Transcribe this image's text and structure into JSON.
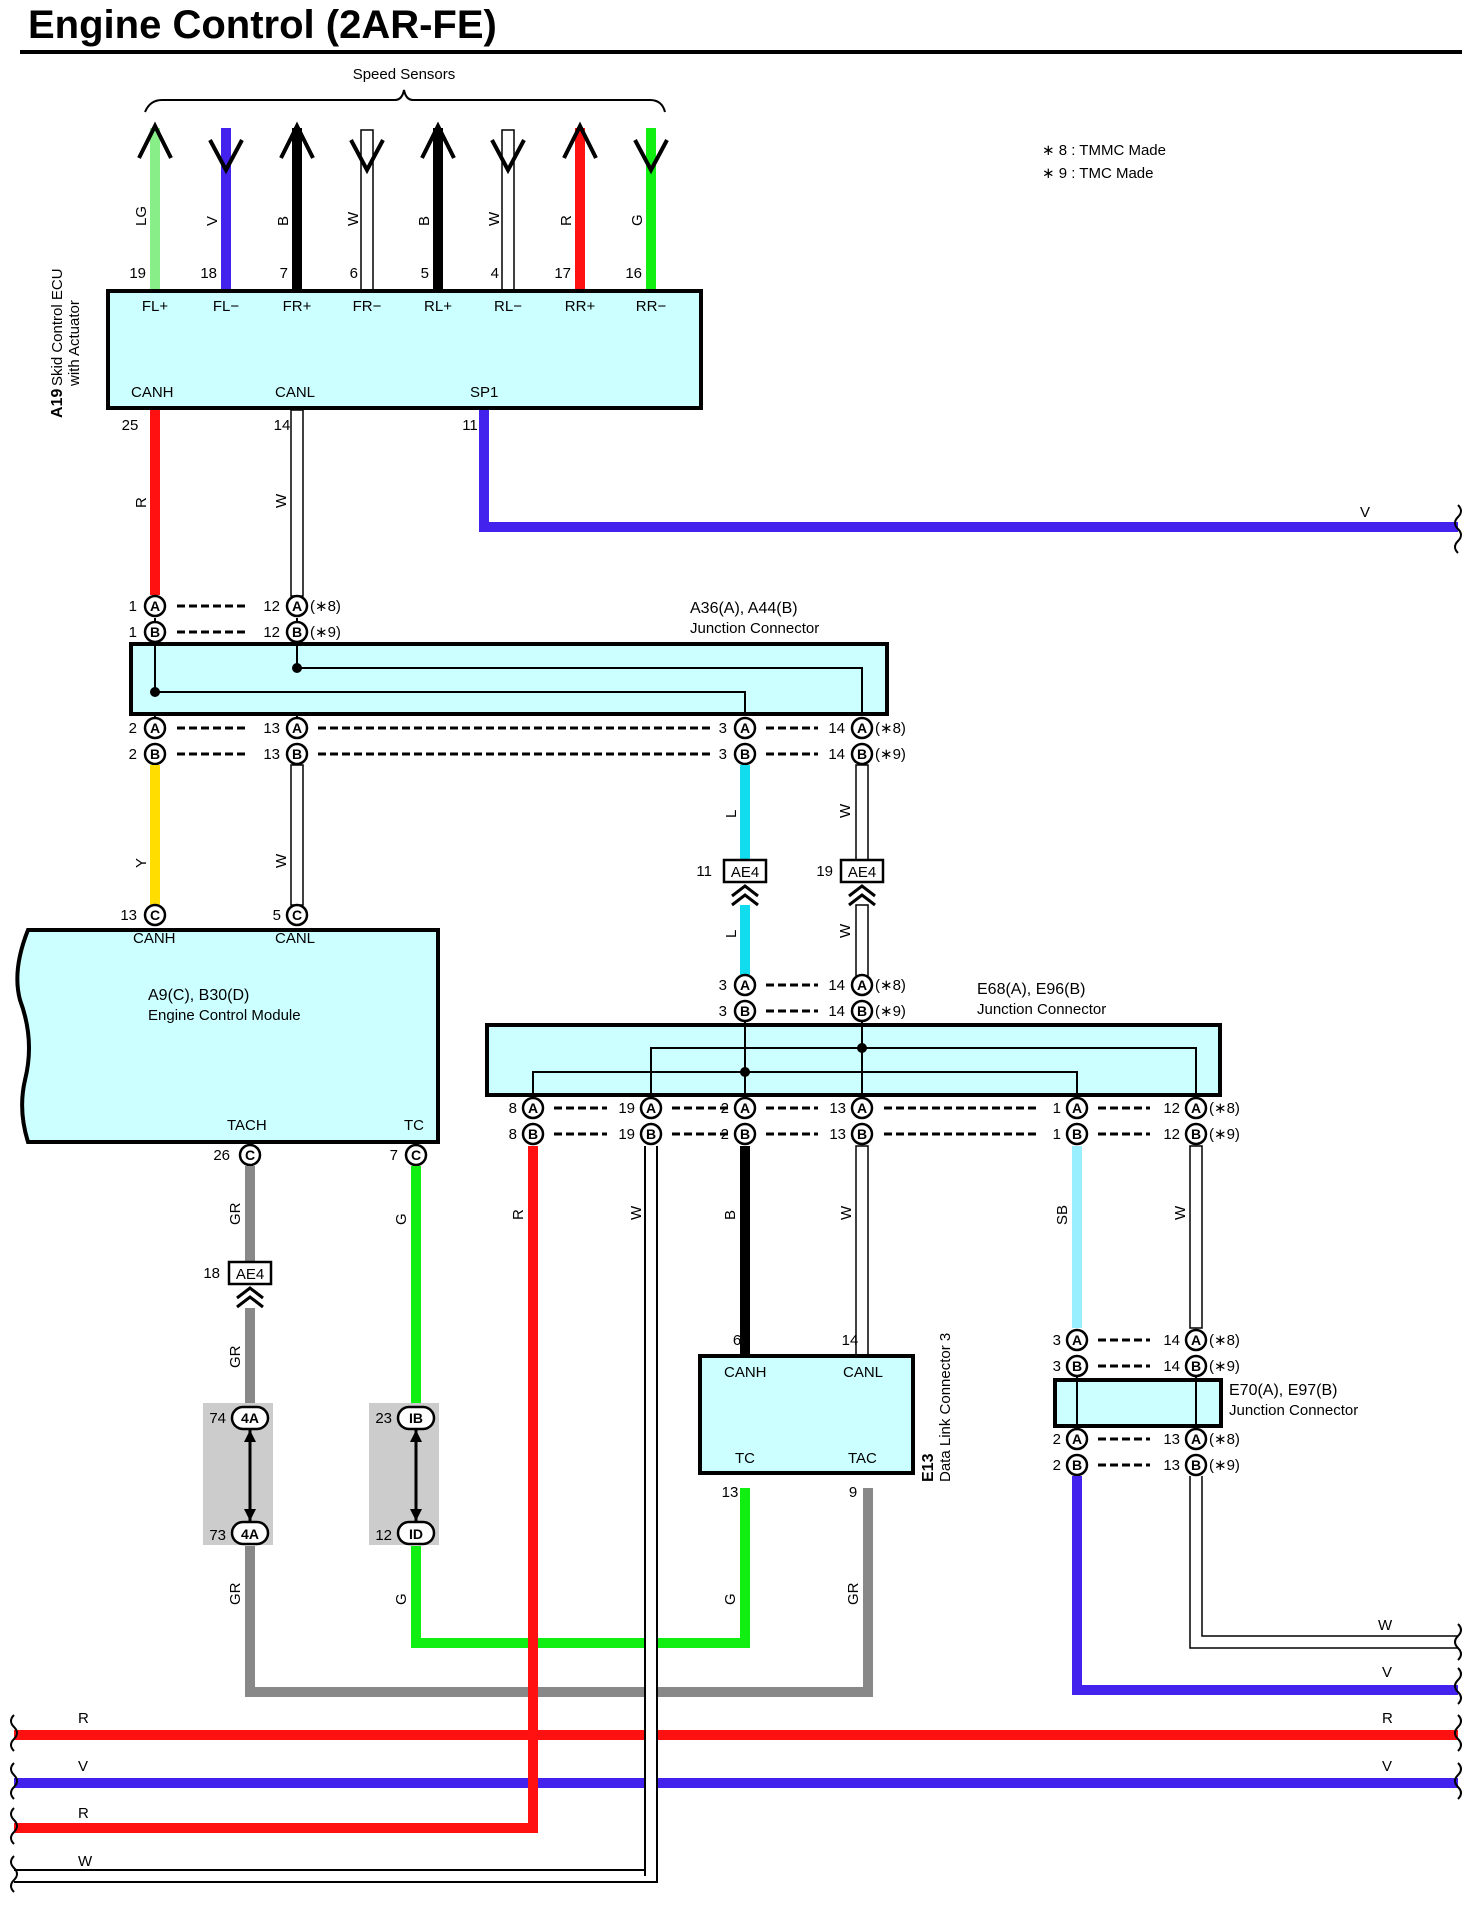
{
  "title": "Engine Control (2AR-FE)",
  "notes": [
    "∗ 8 : TMMC Made",
    "∗ 9 : TMC Made"
  ],
  "speed_sensors_label": "Speed Sensors",
  "colors": {
    "LG": "#88ee88",
    "V": "#4422ee",
    "B": "#000000",
    "W": "#ffffff",
    "R": "#ff1111",
    "G": "#11ee11",
    "Y": "#ffdd00",
    "L": "#11ddee",
    "GR": "#888888",
    "SB": "#99eeff",
    "box_fill": "#ccffff",
    "shade": "#cccccc"
  },
  "a19": {
    "name": "A19",
    "desc1": "Skid Control ECU",
    "desc2": "with Actuator",
    "sensor_pins": [
      {
        "pin": "19",
        "name": "FL+",
        "wire": "LG",
        "arrow": "up"
      },
      {
        "pin": "18",
        "name": "FL−",
        "wire": "V",
        "arrow": "down"
      },
      {
        "pin": "7",
        "name": "FR+",
        "wire": "B",
        "arrow": "up"
      },
      {
        "pin": "6",
        "name": "FR−",
        "wire": "W",
        "arrow": "down"
      },
      {
        "pin": "5",
        "name": "RL+",
        "wire": "B",
        "arrow": "up"
      },
      {
        "pin": "4",
        "name": "RL−",
        "wire": "W",
        "arrow": "down"
      },
      {
        "pin": "17",
        "name": "RR+",
        "wire": "R",
        "arrow": "up"
      },
      {
        "pin": "16",
        "name": "RR−",
        "wire": "G",
        "arrow": "down"
      }
    ],
    "canh": "CANH",
    "canl": "CANL",
    "sp1": "SP1",
    "pin_canh": "25",
    "pin_canl": "14",
    "pin_sp1": "11"
  },
  "a36": {
    "title": "A36(A), A44(B)",
    "sub": "Junction Connector",
    "top_rows": [
      {
        "l": "1",
        "lc": "A",
        "r": "12",
        "rc": "A",
        "note": "(∗8)"
      },
      {
        "l": "1",
        "lc": "B",
        "r": "12",
        "rc": "B",
        "note": "(∗9)"
      }
    ],
    "bot_rows": [
      {
        "p1": "2",
        "c1": "A",
        "p2": "13",
        "c2": "A",
        "p3": "3",
        "c3": "A",
        "p4": "14",
        "c4": "A",
        "note": "(∗8)"
      },
      {
        "p1": "2",
        "c1": "B",
        "p2": "13",
        "c2": "B",
        "p3": "3",
        "c3": "B",
        "p4": "14",
        "c4": "B",
        "note": "(∗9)"
      }
    ]
  },
  "ecm": {
    "title": "A9(C), B30(D)",
    "sub": "Engine Control Module",
    "canh": "CANH",
    "canl": "CANL",
    "tach": "TACH",
    "tc": "TC",
    "pin_canh": "13",
    "pin_canl": "5",
    "pin_tach": "26",
    "pin_tc": "7",
    "conn": "C"
  },
  "ae4": {
    "label": "AE4",
    "pin_l": "11",
    "pin_w": "19",
    "pin_gr": "18"
  },
  "e68": {
    "title": "E68(A), E96(B)",
    "sub": "Junction Connector",
    "top_rows": [
      {
        "l": "3",
        "lc": "A",
        "r": "14",
        "rc": "A",
        "note": "(∗8)"
      },
      {
        "l": "3",
        "lc": "B",
        "r": "14",
        "rc": "B",
        "note": "(∗9)"
      }
    ],
    "bot_pins": [
      "8",
      "19",
      "2",
      "13",
      "1",
      "12"
    ],
    "notes": [
      "(∗8)",
      "(∗9)"
    ]
  },
  "dlc": {
    "name": "E13",
    "desc": "Data Link Connector 3",
    "canh": "CANH",
    "canl": "CANL",
    "tc": "TC",
    "tac": "TAC",
    "pin_canh": "6",
    "pin_canl": "14",
    "pin_tc": "13",
    "pin_tac": "9"
  },
  "e70": {
    "title": "E70(A), E97(B)",
    "sub": "Junction Connector",
    "top_pins": [
      "3",
      "14"
    ],
    "bot_pins": [
      "2",
      "13"
    ],
    "notes": [
      "(∗8)",
      "(∗9)"
    ]
  },
  "inline": {
    "gr_top": "74",
    "gr_top_c": "4A",
    "gr_bot": "73",
    "gr_bot_c": "4A",
    "g_top": "23",
    "g_top_c": "IB",
    "g_bot": "12",
    "g_bot_c": "ID"
  },
  "wire_labels": {
    "sp1_v": "V",
    "canh_r": "R",
    "canl_w": "W",
    "a36_y": "Y",
    "a36_w": "W",
    "a36_l": "L",
    "a36_w2": "W",
    "ae4_l": "L",
    "ae4_w": "W",
    "ecm_gr": "GR",
    "ecm_gr2": "GR",
    "ecm_g": "G",
    "ecm_gr3": "GR",
    "ecm_g2": "G",
    "e68_r": "R",
    "e68_w": "W",
    "e68_b": "B",
    "e68_w2": "W",
    "e68_sb": "SB",
    "e68_w3": "W",
    "dlc_g": "G",
    "dlc_gr": "GR",
    "right_w": "W",
    "right_v": "V",
    "bus_r1": "R",
    "bus_v": "V",
    "bus_r2": "R",
    "bus_w": "W",
    "bus_r1_right": "R",
    "bus_v_right": "V"
  }
}
